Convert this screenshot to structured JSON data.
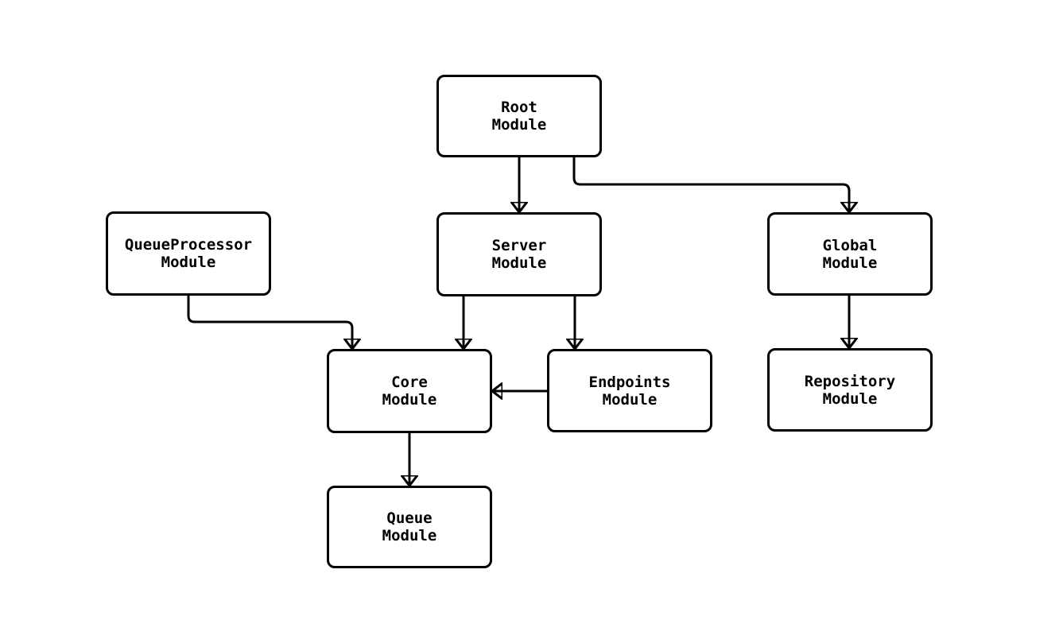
{
  "diagram": {
    "title": "module-dependency-diagram",
    "colors": {
      "background": "#ffffff",
      "stroke": "#000000",
      "node_fill": "#ffffff",
      "text": "#000000"
    },
    "nodes": {
      "root": {
        "label": "Root\nModule"
      },
      "server": {
        "label": "Server\nModule"
      },
      "global": {
        "label": "Global\nModule"
      },
      "queueprocessor": {
        "label": "QueueProcessor\nModule"
      },
      "core": {
        "label": "Core\nModule"
      },
      "endpoints": {
        "label": "Endpoints\nModule"
      },
      "repository": {
        "label": "Repository\nModule"
      },
      "queue": {
        "label": "Queue\nModule"
      }
    },
    "edges": [
      {
        "from": "Root Module",
        "to": "Server Module"
      },
      {
        "from": "Root Module",
        "to": "Global Module"
      },
      {
        "from": "QueueProcessor Module",
        "to": "Core Module"
      },
      {
        "from": "Server Module",
        "to": "Core Module"
      },
      {
        "from": "Server Module",
        "to": "Endpoints Module"
      },
      {
        "from": "Endpoints Module",
        "to": "Core Module"
      },
      {
        "from": "Global Module",
        "to": "Repository Module"
      },
      {
        "from": "Core Module",
        "to": "Queue Module"
      }
    ]
  }
}
